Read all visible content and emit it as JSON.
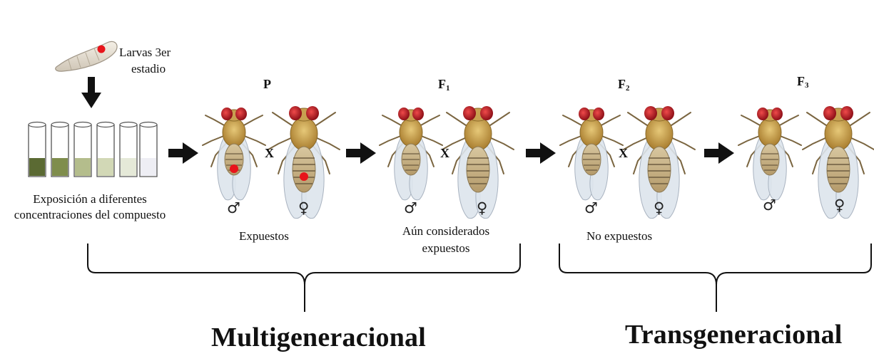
{
  "larva": {
    "label_line1": "Larvas 3er",
    "label_line2": "estadio"
  },
  "exposure": {
    "line1": "Exposición a diferentes",
    "line2": "concentraciones del compuesto"
  },
  "tube_colors": [
    "#5b6a33",
    "#7f8d4c",
    "#b4bd8c",
    "#d2d8b6",
    "#e5e9d8",
    "#eeeef4"
  ],
  "generations": {
    "p": {
      "label": "P",
      "sub": ""
    },
    "f1": {
      "label": "F",
      "sub": "1"
    },
    "f2": {
      "label": "F",
      "sub": "2"
    },
    "f3": {
      "label": "F",
      "sub": "3"
    }
  },
  "cross_symbol": "X",
  "male_symbol": "♂",
  "female_symbol": "♀",
  "status": {
    "p": "Expuestos",
    "f1_line1": "Aún considerados",
    "f1_line2": "expuestos",
    "f2": "No expuestos"
  },
  "groups": {
    "multi": "Multigeneracional",
    "trans": "Transgeneracional"
  },
  "colors": {
    "marker": "#e8141b",
    "arrow": "#111111",
    "fly_body": "#c9a24e",
    "fly_eye": "#c2202a"
  }
}
